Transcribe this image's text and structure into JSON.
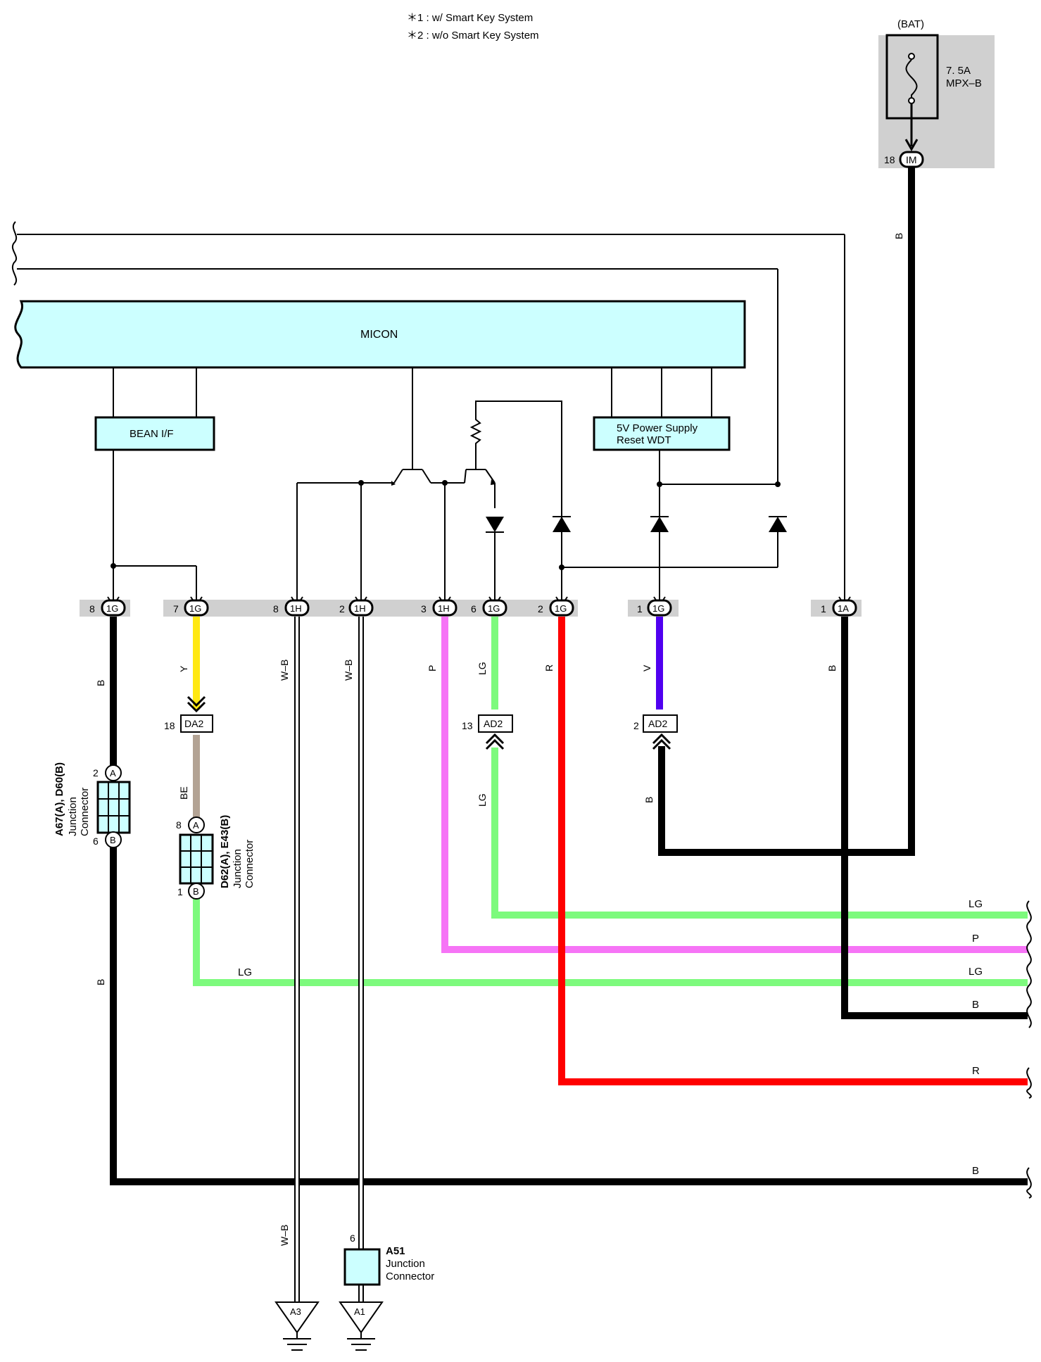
{
  "notes": {
    "note1": "＊1 : w/ Smart Key System",
    "note2": "＊2 : w/o Smart Key System"
  },
  "fuse": {
    "bat_label": "(BAT)",
    "rating": "7. 5A",
    "name": "MPX–B",
    "pin": "18",
    "connector": "IM"
  },
  "ecu": {
    "micon": "MICON",
    "bean": "BEAN I/F",
    "psu_line1": "5V Power Supply",
    "psu_line2": "Reset WDT"
  },
  "pins": [
    {
      "num": "8",
      "conn": "1G"
    },
    {
      "num": "7",
      "conn": "1G"
    },
    {
      "num": "8",
      "conn": "1H"
    },
    {
      "num": "2",
      "conn": "1H"
    },
    {
      "num": "3",
      "conn": "1H"
    },
    {
      "num": "6",
      "conn": "1G"
    },
    {
      "num": "2",
      "conn": "1G"
    },
    {
      "num": "1",
      "conn": "1G"
    },
    {
      "num": "1",
      "conn": "1A"
    }
  ],
  "wire_labels": {
    "b_bat": "B",
    "b_1": "B",
    "y": "Y",
    "wb_1": "W–B",
    "wb_2": "W–B",
    "p": "P",
    "lg_1": "LG",
    "r": "R",
    "v": "V",
    "b_1a": "B",
    "be": "BE",
    "lg_2": "LG",
    "b_ad2": "B",
    "b_2": "B",
    "lg_3": "LG",
    "wb_3": "W–B"
  },
  "inline": {
    "da2_pin": "18",
    "da2": "DA2",
    "ad2a_pin": "13",
    "ad2a": "AD2",
    "ad2b_pin": "2",
    "ad2b": "AD2"
  },
  "junctions": {
    "j1_name": "A67(A), D60(B)",
    "j1_l2": "Junction",
    "j1_l3": "Connector",
    "j1_a": "A",
    "j1_a_pin": "2",
    "j1_b": "B",
    "j1_b_pin": "6",
    "j2_name": "D62(A), E43(B)",
    "j2_l2": "Junction",
    "j2_l3": "Connector",
    "j2_a": "A",
    "j2_a_pin": "8",
    "j2_b": "B",
    "j2_b_pin": "1",
    "a51_name": "A51",
    "a51_l2": "Junction",
    "a51_l3": "Connector",
    "a51_pin": "6"
  },
  "right_labels": [
    "LG",
    "P",
    "LG",
    "B",
    "R",
    "B"
  ],
  "grounds": {
    "g1": "A3",
    "g2": "A1"
  },
  "colors": {
    "B": "#000000",
    "Y": "#ffe812",
    "BE": "#b3a394",
    "LG": "#7dfa7d",
    "P": "#f674f6",
    "R": "#ff0000",
    "V": "#5000f0",
    "cyan": "#ccffff",
    "gray": "#d0d0d0"
  }
}
